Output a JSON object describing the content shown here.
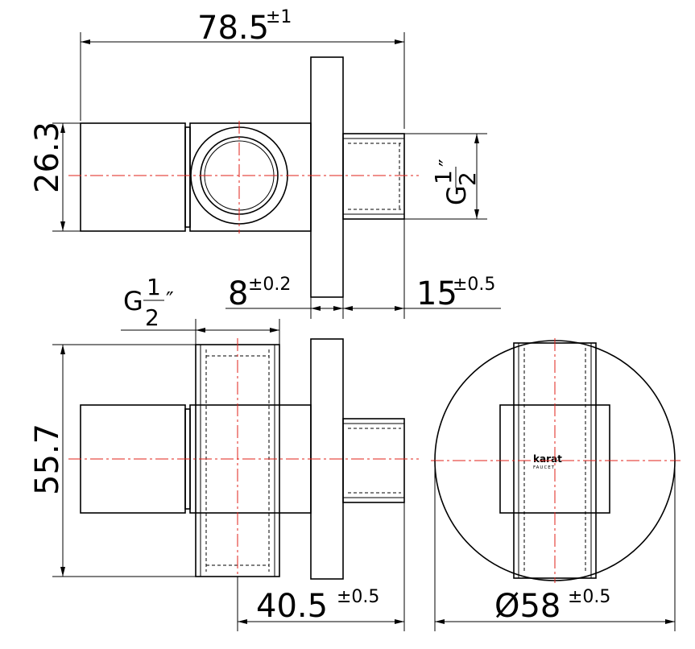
{
  "dimensions": {
    "overall_length": {
      "value": "78.5",
      "tolerance": "±1"
    },
    "body_height": {
      "value": "26.3"
    },
    "thread_side": {
      "prefix": "G",
      "numerator": "1",
      "denominator": "2",
      "unit": "″"
    },
    "thread_top": {
      "prefix": "G",
      "numerator": "1",
      "denominator": "2",
      "unit": "″"
    },
    "flange_thickness": {
      "value": "8",
      "tolerance": "±0.2"
    },
    "thread_length": {
      "value": "15",
      "tolerance": "±0.5"
    },
    "total_height": {
      "value": "55.7"
    },
    "depth": {
      "value": "40.5",
      "tolerance": "±0.5"
    },
    "flange_diameter": {
      "value": "Ø58",
      "tolerance": "±0.5"
    }
  },
  "logo": {
    "brand": "karat",
    "tagline": "FAUCET"
  },
  "colors": {
    "outline": "#000000",
    "centerline": "#e0201a",
    "background": "#ffffff"
  }
}
